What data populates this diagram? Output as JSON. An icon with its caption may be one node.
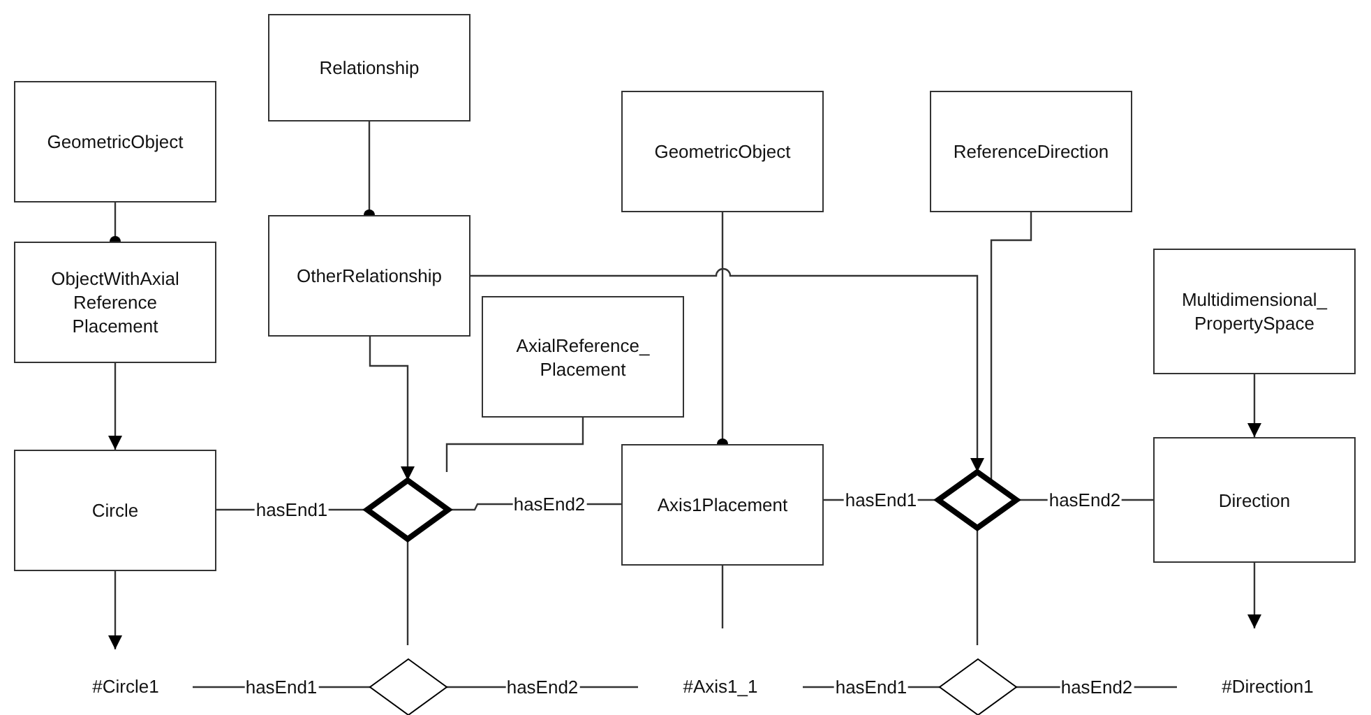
{
  "diagram": {
    "nodes": [
      {
        "text": [
          "GeometricObject"
        ]
      },
      {
        "text": [
          "ObjectWithAxial Reference Placement"
        ]
      },
      {
        "text": [
          "Circle"
        ]
      },
      {
        "text": [
          "Relationship"
        ]
      },
      {
        "text": [
          "OtherRelationship"
        ]
      },
      {
        "text": [
          "AxialReference_ Placement"
        ]
      },
      {
        "text": [
          "GeometricObject"
        ]
      },
      {
        "text": [
          "ReferenceDirection"
        ]
      },
      {
        "text": [
          "Multidimensional_ PropertySpace"
        ]
      },
      {
        "text": [
          "Axis1Placement"
        ]
      },
      {
        "text": [
          "Direction"
        ]
      },
      {
        "text": [],
        "shape": "diamond"
      },
      {
        "text": [],
        "shape": "diamond"
      },
      {
        "text": [
          "#Circle1"
        ]
      },
      {
        "text": [],
        "shape": "diamond"
      },
      {
        "text": [
          "#Axis1_1"
        ]
      },
      {
        "text": [],
        "shape": "diamond"
      },
      {
        "text": [
          "#Direction1"
        ]
      }
    ],
    "edges": [
      {
        "from": 0,
        "to": 1,
        "arrow": "other"
      },
      {
        "from": 1,
        "to": 2,
        "arrow": "to"
      },
      {
        "from": 3,
        "to": 4,
        "arrow": "other"
      },
      {
        "from": 4,
        "to": 11,
        "arrow": "to"
      },
      {
        "from": 4,
        "to": 12,
        "arrow": "to"
      },
      {
        "from": 5,
        "to": null,
        "arrow": "none"
      },
      {
        "from": 6,
        "to": 9,
        "arrow": "other"
      },
      {
        "from": 7,
        "to": 12,
        "arrow": "none"
      },
      {
        "from": 8,
        "to": 10,
        "arrow": "to"
      },
      {
        "from": 2,
        "to": 11,
        "arrow": "none",
        "label": "hasEnd1"
      },
      {
        "from": 11,
        "to": 9,
        "arrow": "none",
        "label": "hasEnd2"
      },
      {
        "from": 9,
        "to": 12,
        "arrow": "none",
        "label": "hasEnd1"
      },
      {
        "from": 12,
        "to": 10,
        "arrow": "none",
        "label": "hasEnd2"
      },
      {
        "from": 2,
        "to": 13,
        "arrow": "to"
      },
      {
        "from": 11,
        "to": 14,
        "arrow": "none"
      },
      {
        "from": 9,
        "to": 15,
        "arrow": "none"
      },
      {
        "from": 12,
        "to": 16,
        "arrow": "none"
      },
      {
        "from": 10,
        "to": 17,
        "arrow": "to"
      },
      {
        "from": 13,
        "to": 14,
        "arrow": "none",
        "label": "hasEnd1"
      },
      {
        "from": 14,
        "to": 15,
        "arrow": "none",
        "label": "hasEnd2"
      },
      {
        "from": 15,
        "to": 16,
        "arrow": "none",
        "label": "hasEnd1"
      },
      {
        "from": 16,
        "to": 17,
        "arrow": "none",
        "label": "hasEnd2"
      }
    ]
  }
}
